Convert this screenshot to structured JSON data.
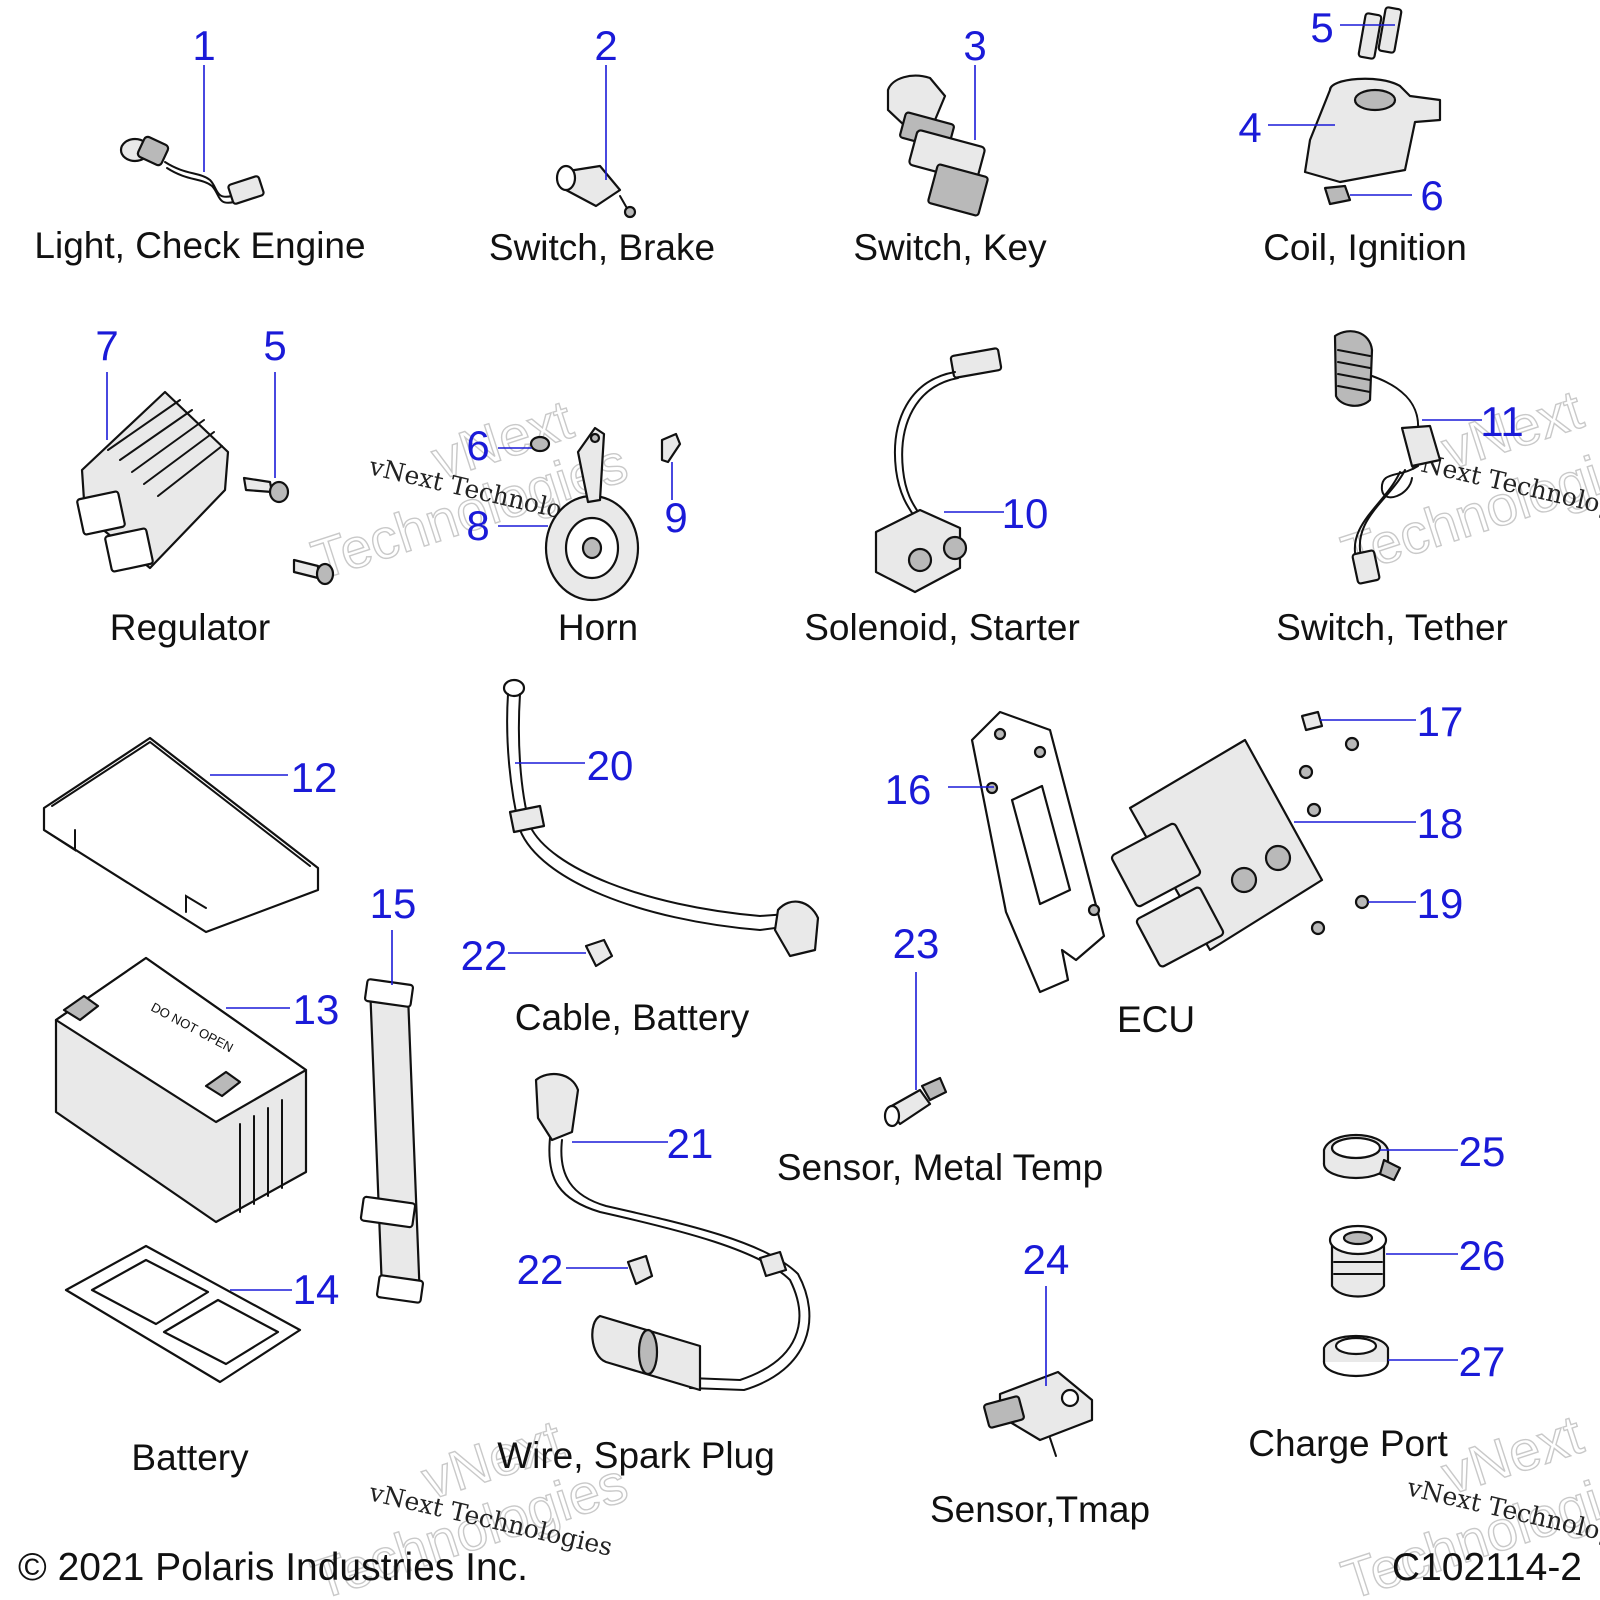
{
  "labels": {
    "light_check_engine": "Light, Check Engine",
    "switch_brake": "Switch, Brake",
    "switch_key": "Switch, Key",
    "coil_ignition": "Coil, Ignition",
    "regulator": "Regulator",
    "horn": "Horn",
    "solenoid_starter": "Solenoid, Starter",
    "switch_tether": "Switch, Tether",
    "cable_battery": "Cable, Battery",
    "ecu": "ECU",
    "sensor_metal_temp": "Sensor, Metal Temp",
    "battery": "Battery",
    "wire_spark_plug": "Wire, Spark Plug",
    "sensor_tmap": "Sensor,Tmap",
    "charge_port": "Charge Port"
  },
  "callouts": {
    "c1": "1",
    "c2": "2",
    "c3": "3",
    "c4": "4",
    "c5a": "5",
    "c6a": "6",
    "c7": "7",
    "c5b": "5",
    "c6b": "6",
    "c8": "8",
    "c9": "9",
    "c10": "10",
    "c11": "11",
    "c12": "12",
    "c13": "13",
    "c14": "14",
    "c15": "15",
    "c16": "16",
    "c17": "17",
    "c18": "18",
    "c19": "19",
    "c20": "20",
    "c21": "21",
    "c22a": "22",
    "c22b": "22",
    "c23": "23",
    "c24": "24",
    "c25": "25",
    "c26": "26",
    "c27": "27"
  },
  "battery_print": "DO NOT OPEN",
  "watermark": {
    "brand": "vNext",
    "word": "Technologies",
    "full": "vNext Technologies"
  },
  "footer": {
    "copyright": "© 2021 Polaris Industries Inc.",
    "code": "C102114-2"
  },
  "colors": {
    "callout": "#1a1ad8",
    "text": "#111111"
  }
}
